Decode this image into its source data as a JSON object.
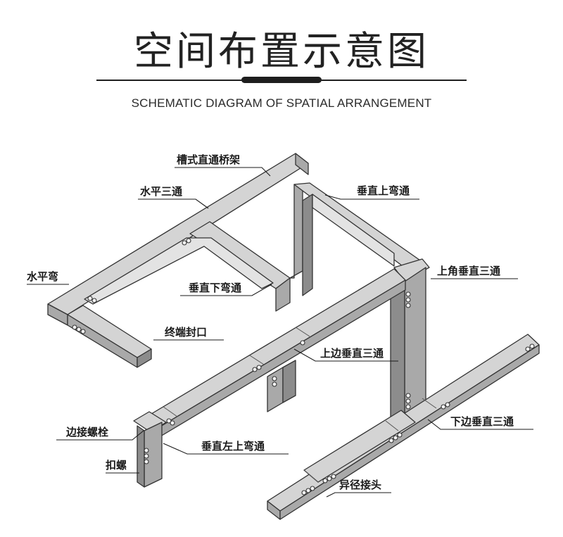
{
  "header": {
    "title": "空间布置示意图",
    "subtitle": "SCHEMATIC DIAGRAM OF SPATIAL ARRANGEMENT"
  },
  "labels": {
    "trough_straight_tray": "槽式直通桥架",
    "horizontal_tee": "水平三通",
    "vertical_up_bend": "垂直上弯通",
    "horizontal_bend": "水平弯",
    "vertical_down_bend": "垂直下弯通",
    "upper_angle_vertical_tee": "上角垂直三通",
    "end_cap": "终端封口",
    "upper_side_vertical_tee": "上边垂直三通",
    "lower_side_vertical_tee": "下边垂直三通",
    "edge_bolt": "边接螺栓",
    "vertical_left_up_bend": "垂直左上弯通",
    "snap_screw": "扣螺",
    "reducer_joint": "异径接头"
  },
  "colors": {
    "tray_top": "#d4d4d4",
    "tray_side": "#a9a9a9",
    "tray_dark": "#8c8c8c",
    "ink": "#1a1a1a"
  }
}
